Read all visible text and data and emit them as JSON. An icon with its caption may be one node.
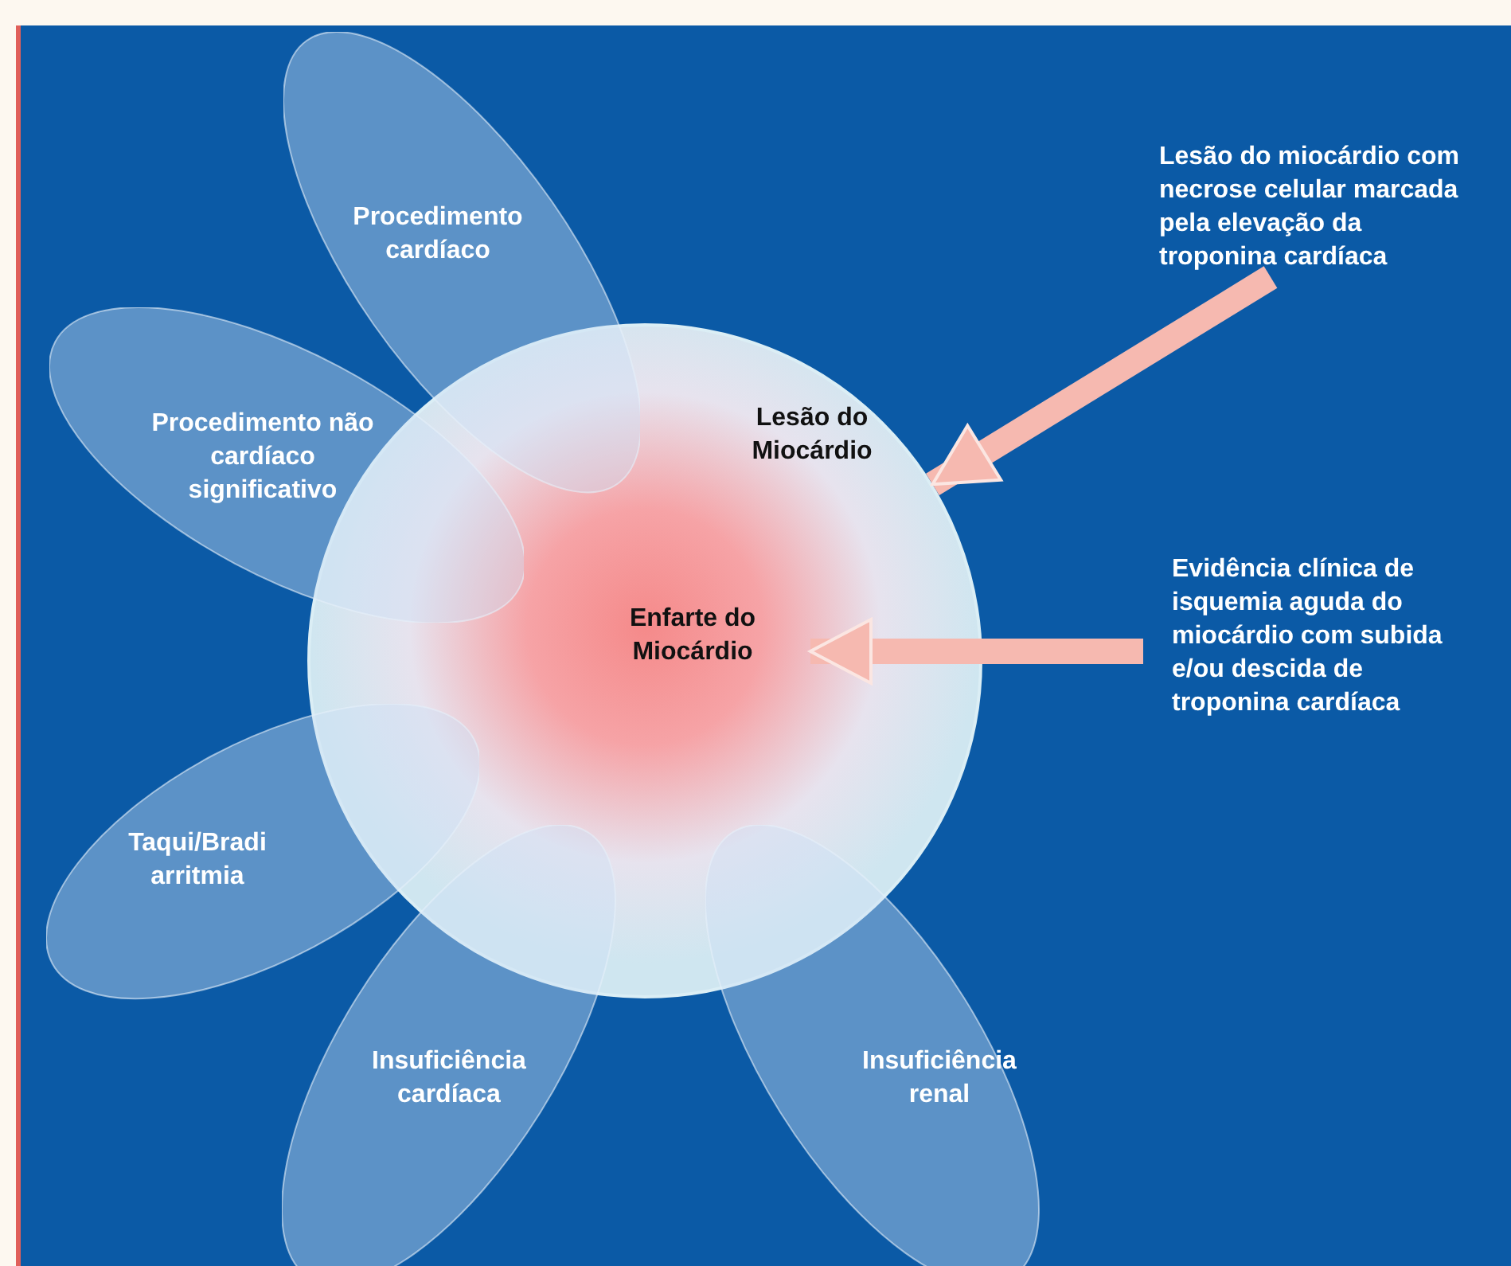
{
  "diagram": {
    "nodes": [
      {
        "text": [
          "Procedimento cardíaco"
        ]
      },
      {
        "text": [
          "Lesão do miocárdio com necrose celular marcada pela elevação da troponina cardíaca"
        ]
      },
      {
        "text": [
          "Procedimento não cardíaco significativo"
        ]
      },
      {
        "text": [
          "Lesão do Miocárdio"
        ]
      },
      {
        "text": [
          "Enfarte do Miocárdio"
        ],
        "in": 3
      },
      {
        "text": [
          "Evidência clínica de isquemia aguda do miocárdio com subida e/ou descida de troponina cardíaca"
        ]
      },
      {
        "text": [
          "Taqui/Bradi arritmia"
        ]
      },
      {
        "text": [
          "Insuficiência cardíaca"
        ]
      },
      {
        "text": [
          "Insuficiência renal"
        ]
      }
    ],
    "edges": [
      {
        "from": 1,
        "to": 3,
        "arrow": "to"
      },
      {
        "from": 5,
        "to": 4,
        "arrow": "to"
      }
    ]
  }
}
